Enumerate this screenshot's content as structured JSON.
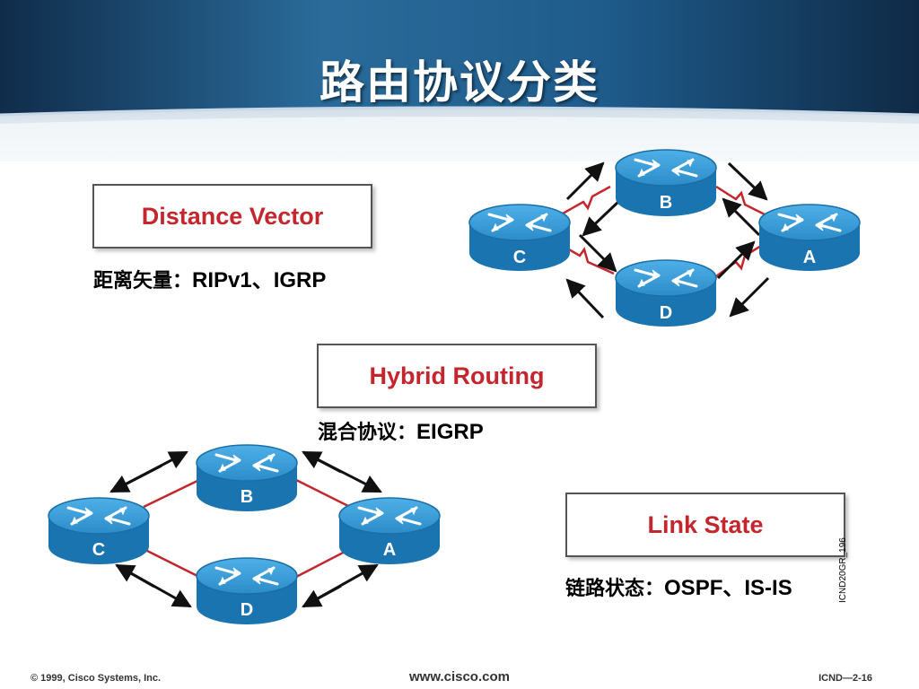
{
  "slide": {
    "title": "路由协议分类",
    "side_label": "ICND20GR_196"
  },
  "categories": [
    {
      "label": "Distance Vector",
      "caption_zh": "距离矢量：",
      "caption_protocols": "RIPv1、IGRP"
    },
    {
      "label": "Hybrid Routing",
      "caption_zh": "混合协议：",
      "caption_protocols": "EIGRP"
    },
    {
      "label": "Link State",
      "caption_zh": "链路状态：",
      "caption_protocols": "OSPF、IS-IS"
    }
  ],
  "routers": {
    "a": "A",
    "b": "B",
    "c": "C",
    "d": "D"
  },
  "footer": {
    "copyright": "© 1999, Cisco Systems, Inc.",
    "url": "www.cisco.com",
    "page": "ICND—2-16"
  },
  "colors": {
    "title_band": "#1c4c78",
    "category_text": "#c4262e",
    "router_body": "#2387c6",
    "link": "#c4262e"
  }
}
